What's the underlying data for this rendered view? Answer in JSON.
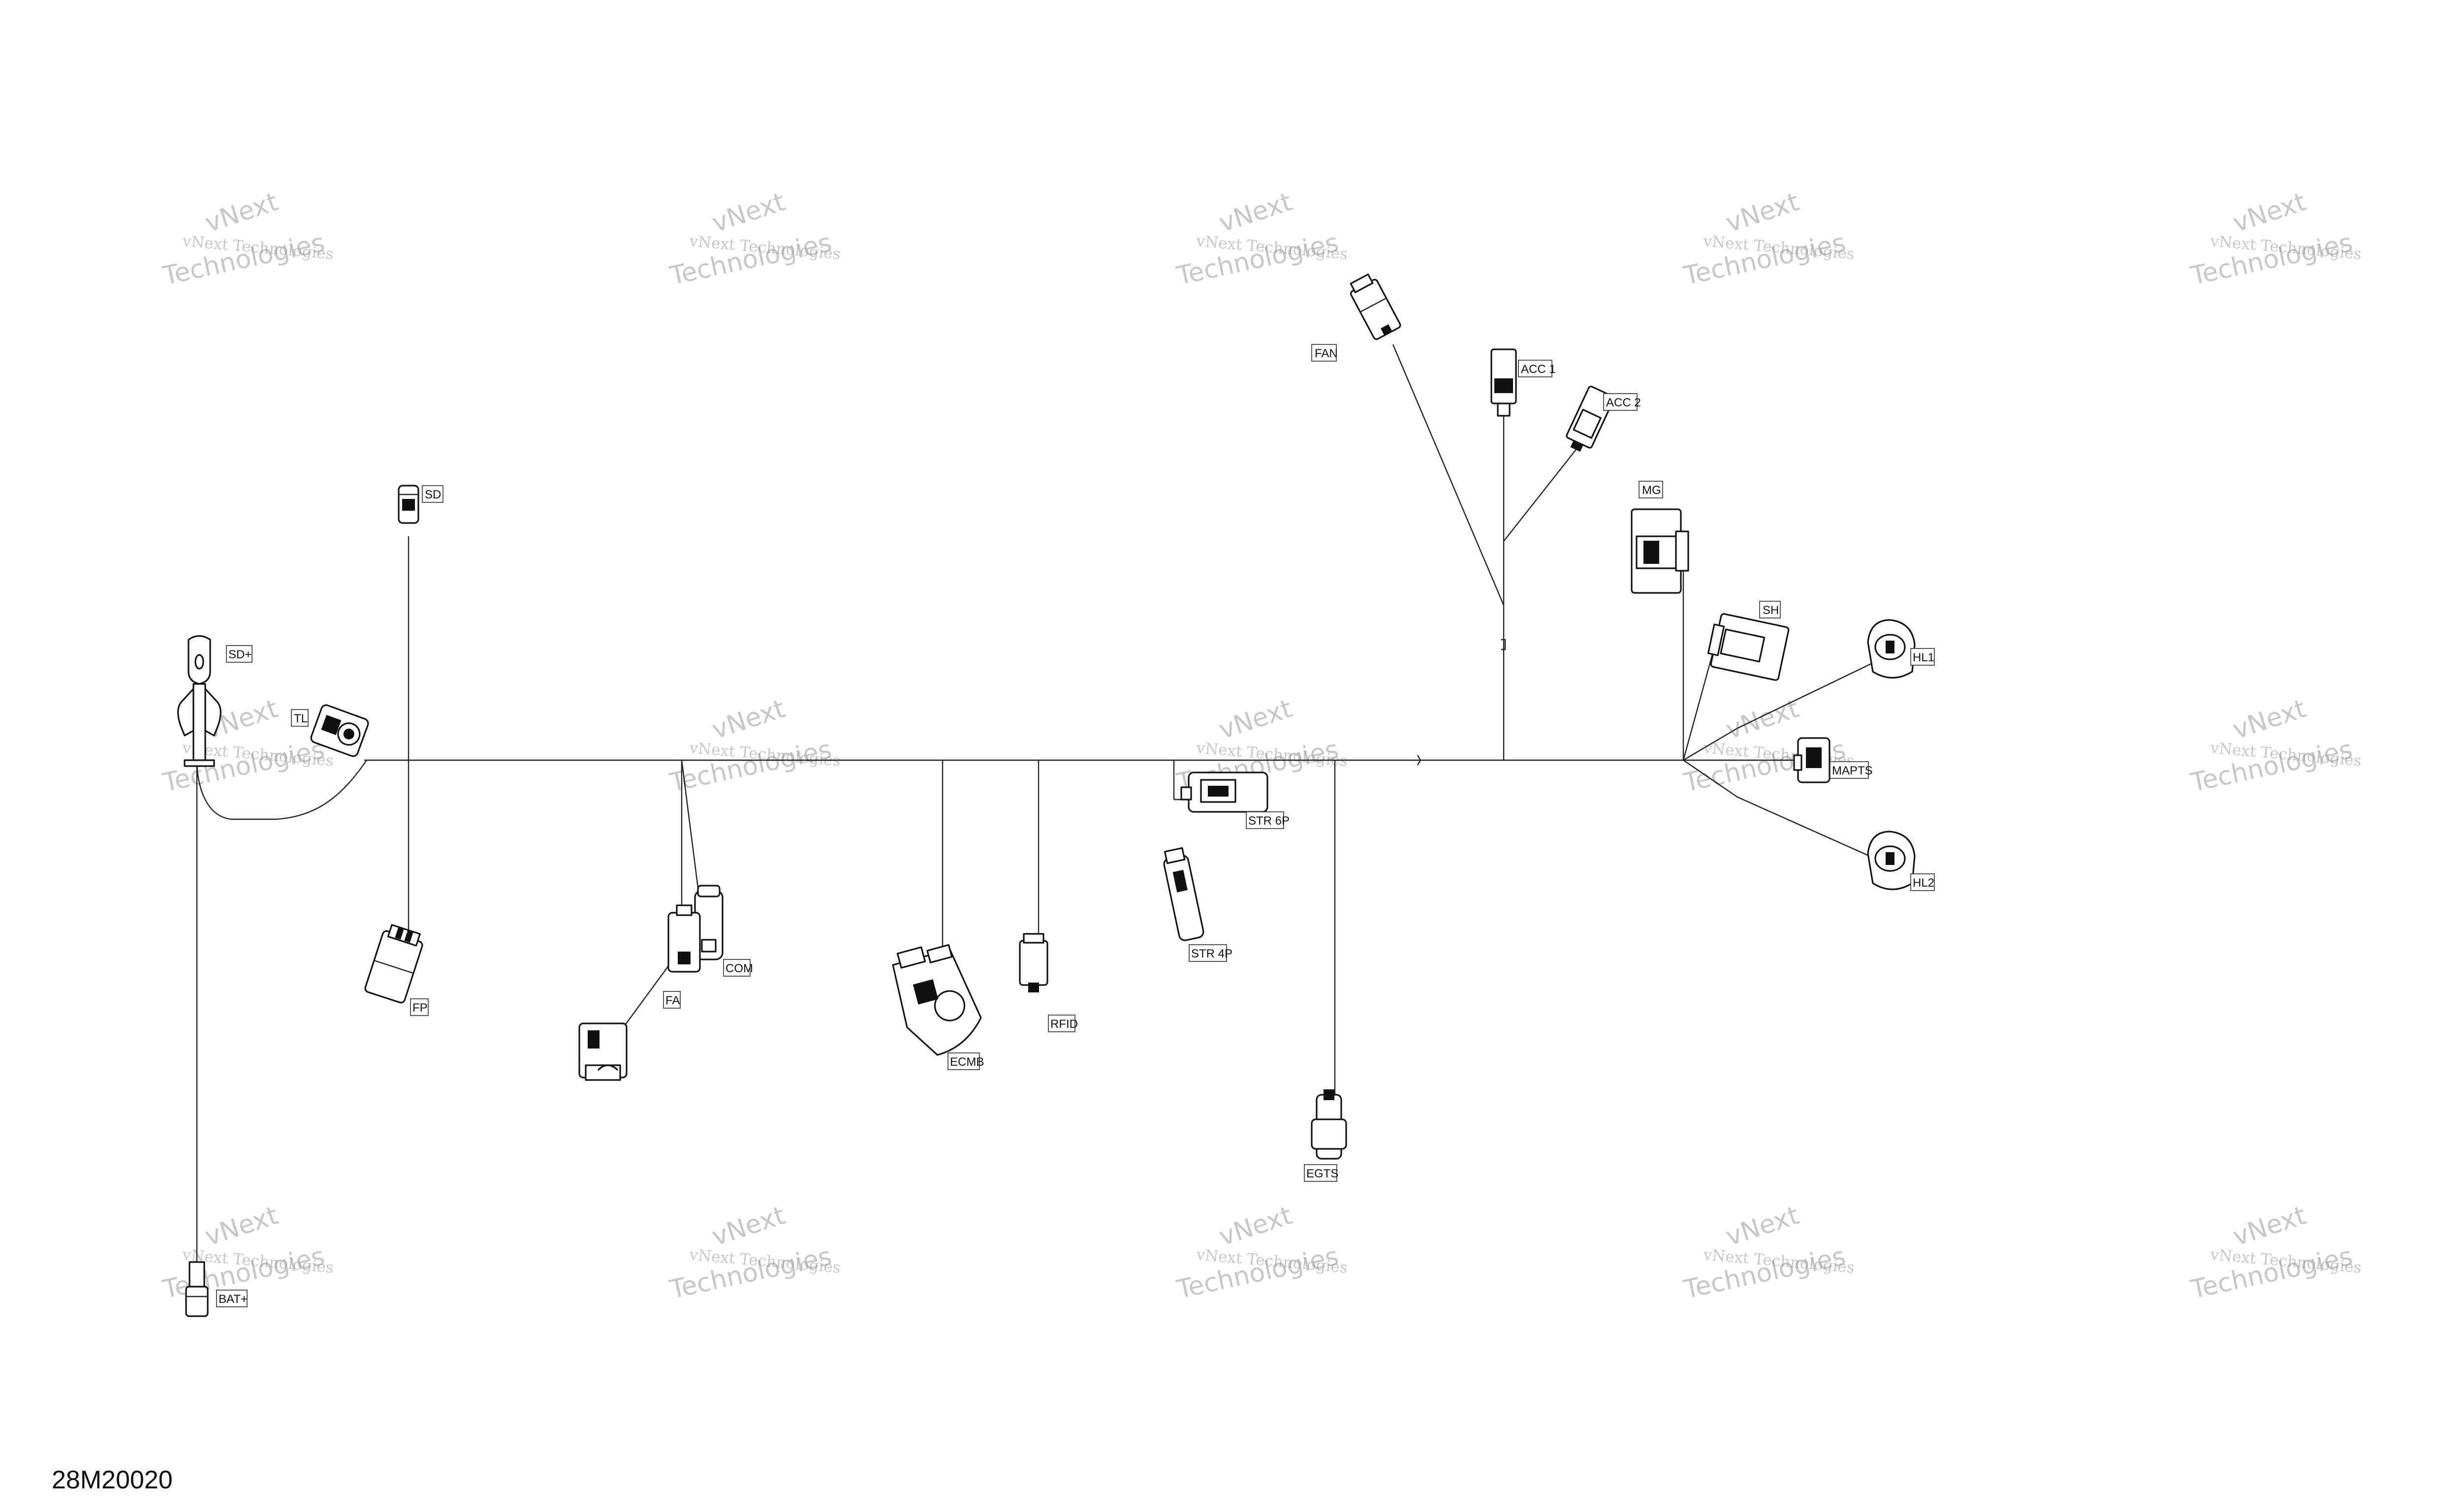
{
  "figure_id": "28M20020",
  "watermark": {
    "line1": "vNext Technologies",
    "line2": "Technologies",
    "line3": "vNext"
  },
  "connectors": {
    "fan": "FAN",
    "acc1": "ACC 1",
    "acc2": "ACC 2",
    "mg": "MG",
    "sh": "SH",
    "hl1": "HL1",
    "mapts": "MAPTS",
    "hl2": "HL2",
    "sd": "SD",
    "sd_plus": "SD+",
    "tl": "TL",
    "fp": "FP",
    "fa": "FA",
    "com": "COM",
    "ecmb": "ECMB",
    "rfid": "RFID",
    "str6p": "STR 6P",
    "str4p": "STR 4P",
    "egts": "EGTS",
    "bat_plus": "BAT+"
  }
}
